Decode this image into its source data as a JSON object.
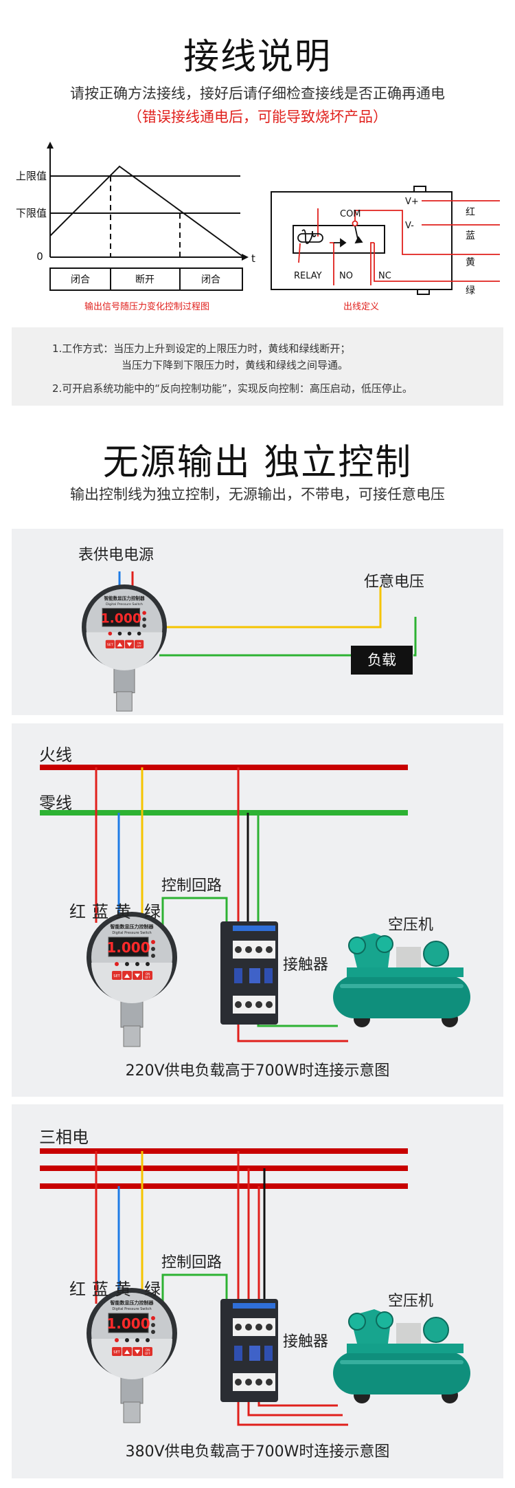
{
  "section1": {
    "title": "接线说明",
    "subtitle": "请按正确方法接线，接好后请仔细检查接线是否正确再通电",
    "warning": "（错误接线通电后，可能导致烧坏产品）",
    "chart": {
      "upper_label": "上限值",
      "lower_label": "下限值",
      "zero_label": "0",
      "t_label": "t",
      "states": [
        "闭合",
        "断开",
        "闭合"
      ],
      "caption": "输出信号随压力变化控制过程图"
    },
    "wiring": {
      "com": "COM",
      "relay": "RELAY",
      "no": "NO",
      "nc": "NC",
      "vplus": "V+",
      "vminus": "V-",
      "colors": [
        "红",
        "蓝",
        "黄",
        "绿"
      ],
      "caption": "出线定义"
    },
    "notes": {
      "line1": "1.工作方式：当压力上升到设定的上限压力时，黄线和绿线断开；",
      "line1b": "当压力下降到下限压力时，黄线和绿线之间导通。",
      "line2": "2.可开启系统功能中的“反向控制功能”，实现反向控制：高压启动，低压停止。"
    }
  },
  "section2": {
    "title": "无源输出  独立控制",
    "subtitle": "输出控制线为独立控制，无源输出，不带电，可接任意电压"
  },
  "gauge": {
    "brand": "智能数显压力控制器",
    "model": "Digital Pressure Switch",
    "reading": "1.000",
    "set": "SET",
    "on": "ON",
    "off": "OFF"
  },
  "panel1": {
    "power_label": "表供电电源",
    "voltage_label": "任意电压",
    "load_label": "负载"
  },
  "panel2": {
    "live_label": "火线",
    "neutral_label": "零线",
    "wire_labels": [
      "红",
      "蓝",
      "黄",
      "绿"
    ],
    "control_label": "控制回路",
    "contactor_label": "接触器",
    "compressor_label": "空压机",
    "caption": "220V供电负载高于700W时连接示意图"
  },
  "panel3": {
    "three_phase_label": "三相电",
    "wire_labels": [
      "红",
      "蓝",
      "黄",
      "绿"
    ],
    "control_label": "控制回路",
    "contactor_label": "接触器",
    "compressor_label": "空压机",
    "caption": "380V供电负载高于700W时连接示意图"
  },
  "colors": {
    "red": "#e0201c",
    "blue": "#1e7be6",
    "yellow": "#f5c400",
    "green": "#2db233",
    "bus_red": "#c80000"
  }
}
